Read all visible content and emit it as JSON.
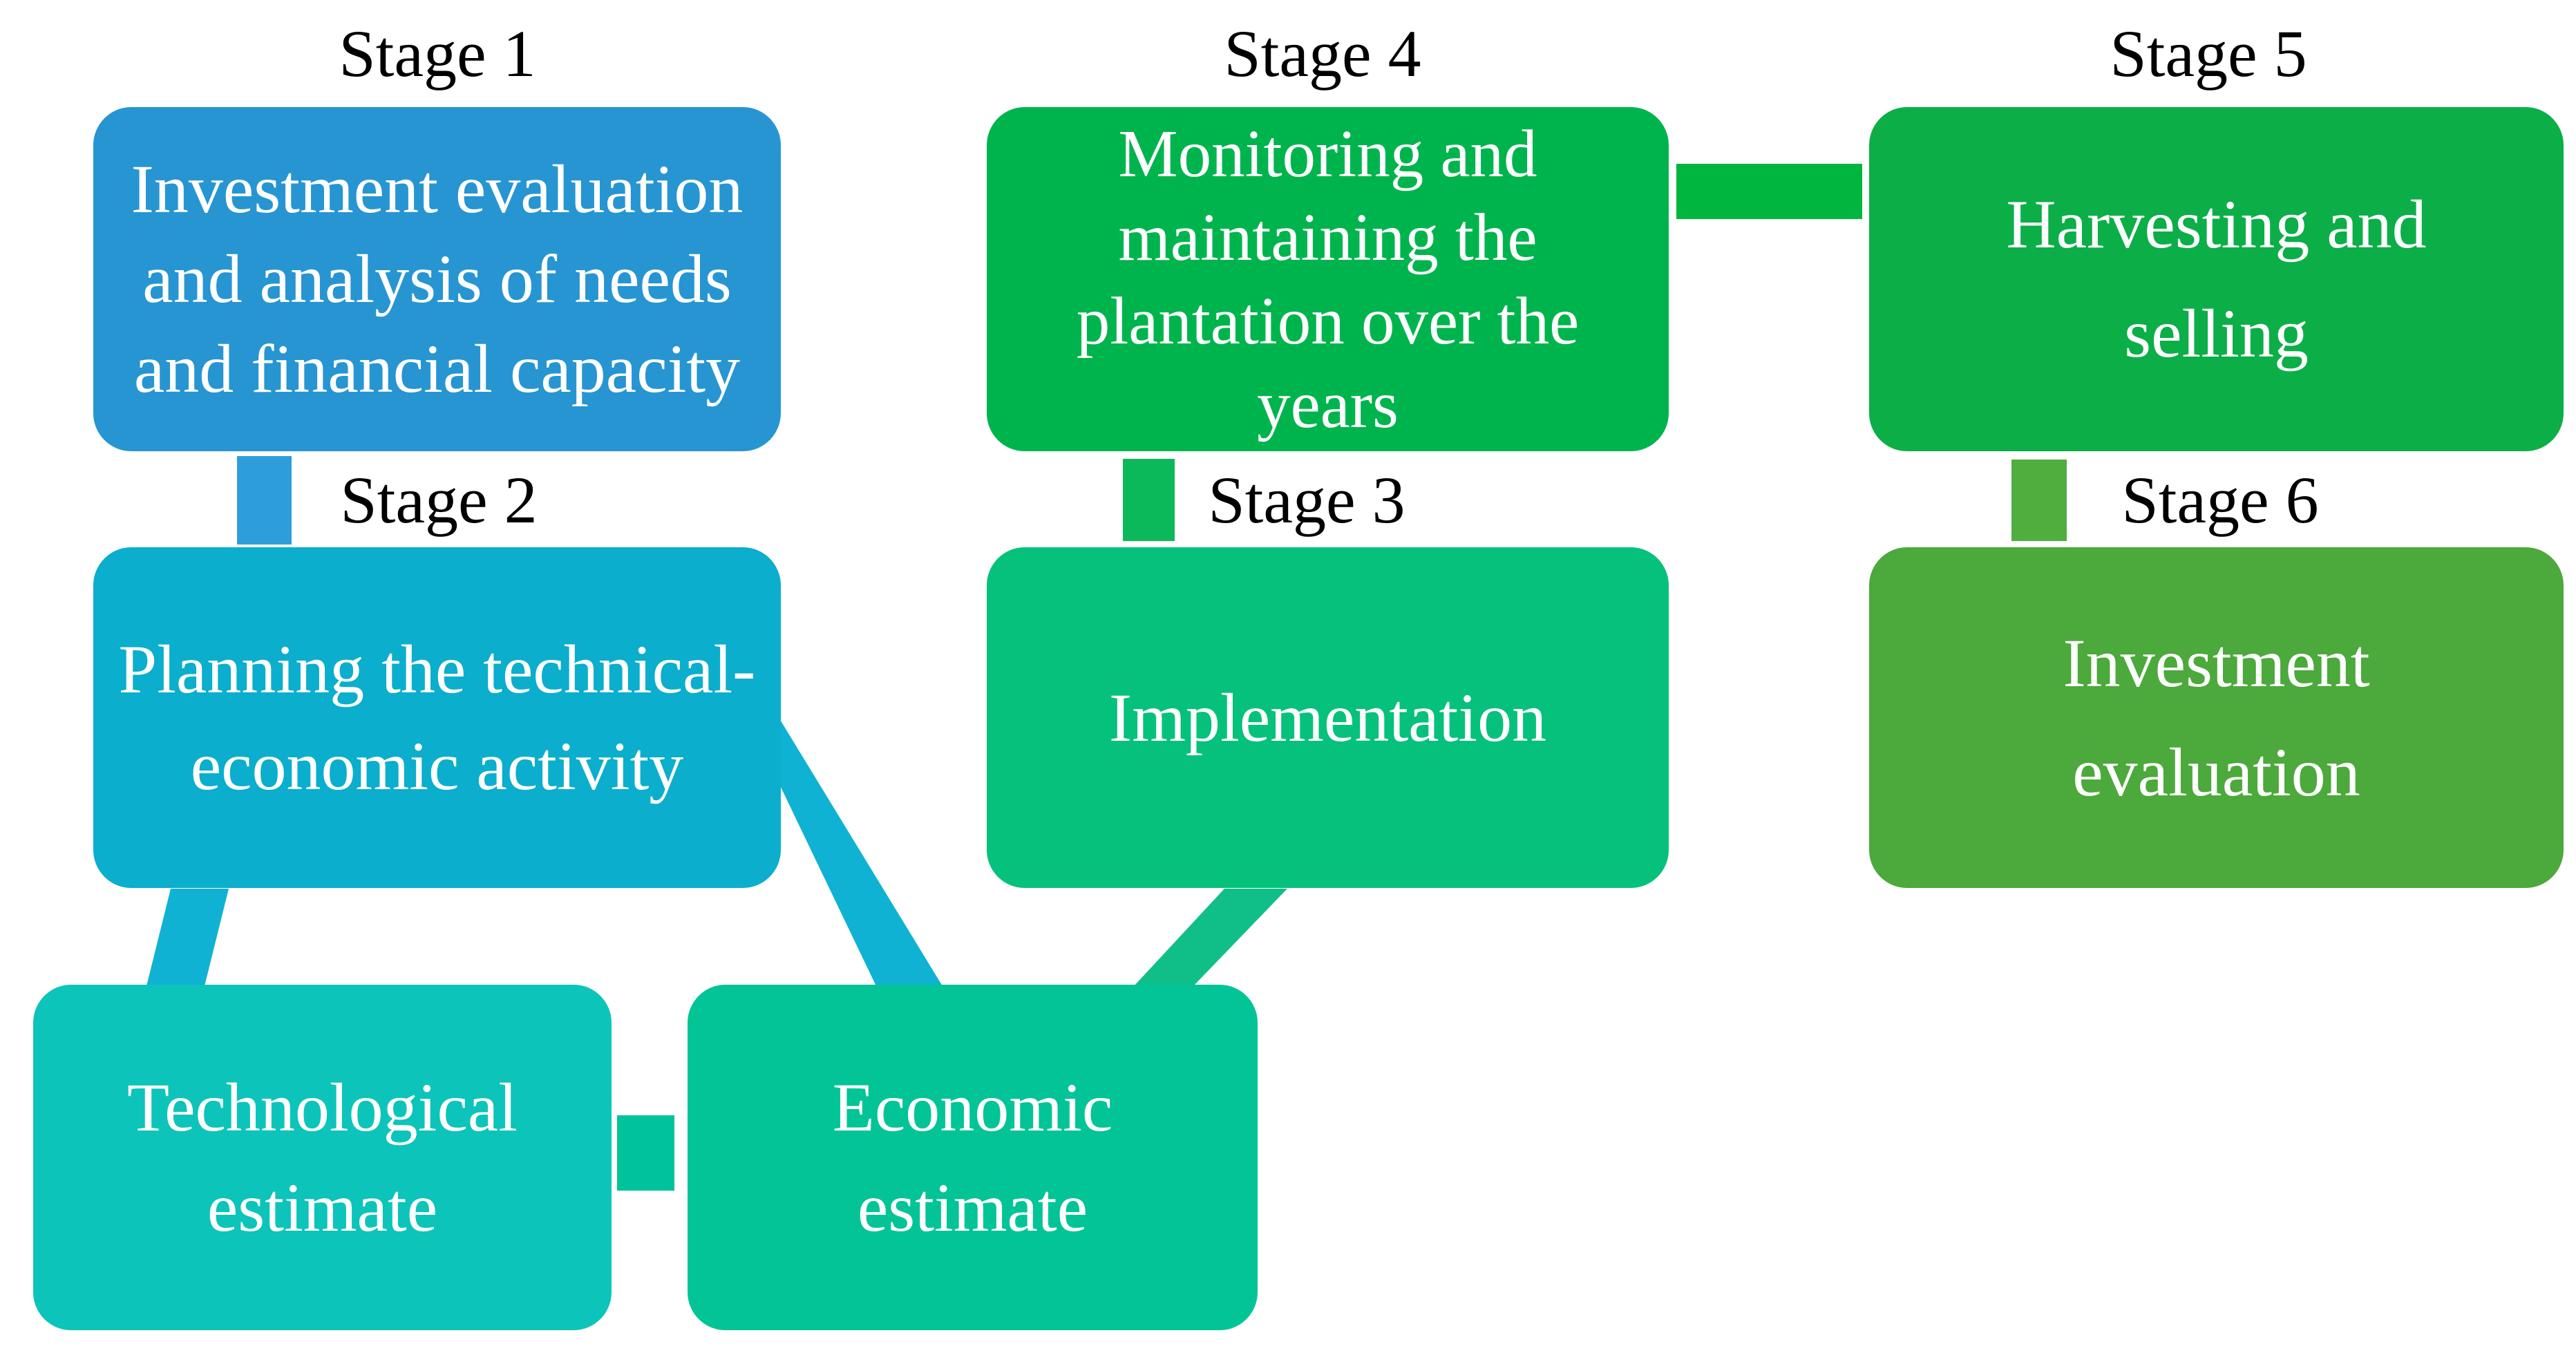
{
  "diagram": {
    "title_implicit": "Plantation investment process stages",
    "background_color": "#ffffff",
    "box_text_color": "#ffffff",
    "label_text_color": "#000000",
    "stage_labels": [
      "Stage 1",
      "Stage 2",
      "Stage 3",
      "Stage 4",
      "Stage 5",
      "Stage 6"
    ],
    "boxes": [
      {
        "name": "stage-1",
        "color": "#2795D2",
        "lines": [
          "Investment evaluation",
          "and analysis of needs",
          "and financial capacity"
        ]
      },
      {
        "name": "stage-2",
        "color": "#0BAECC",
        "lines": [
          "Planning the technical-",
          "economic activity"
        ]
      },
      {
        "name": "technological-estimate",
        "color": "#0CC4BA",
        "lines": [
          "Technological",
          "estimate"
        ]
      },
      {
        "name": "economic-estimate",
        "color": "#03C496",
        "lines": [
          "Economic",
          "estimate"
        ]
      },
      {
        "name": "stage-3-implementation",
        "color": "#06C17C",
        "lines": [
          "Implementation"
        ]
      },
      {
        "name": "stage-4",
        "color": "#00B44D",
        "lines": [
          "Monitoring and",
          "maintaining the",
          "plantation over the",
          "years"
        ]
      },
      {
        "name": "stage-5",
        "color": "#0CAE48",
        "lines": [
          "Harvesting and",
          "selling"
        ]
      },
      {
        "name": "stage-6",
        "color": "#4CA93B",
        "lines": [
          "Investment",
          "evaluation"
        ]
      }
    ],
    "connectors": {
      "stage1_to_stage2_bar": "#2E9EDA",
      "stage2_to_technological_diagonal": "#0FB2D2",
      "stage2_to_economic_diagonal": "#0FB2D2",
      "technological_economic_square": "#00C29B",
      "implementation_to_economic_diagonal": "#10BF87",
      "stage4_to_stage3_square": "#0BB95B",
      "stage4_to_stage5_bar": "#00B63F",
      "stage5_to_stage6_square": "#4FAE3E"
    }
  }
}
